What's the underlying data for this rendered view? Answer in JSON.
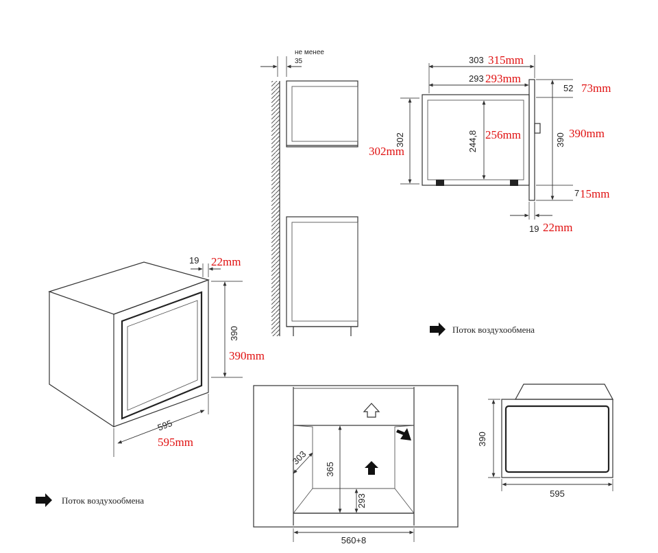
{
  "legend": {
    "airflow_label": "Поток воздухообмена"
  },
  "side_section": {
    "min_gap_label": "не менее",
    "min_gap_value": "35",
    "height_red": "302mm"
  },
  "side_profile": {
    "depth_black": "303",
    "depth_red": "315mm",
    "inner_depth_black": "293",
    "inner_depth_red": "293mm",
    "top_black": "52",
    "top_red": "73mm",
    "cavity_black": "302",
    "inner_height_black": "244,8",
    "inner_height_red": "256mm",
    "front_height_black": "390",
    "front_height_red": "390mm",
    "bottom_black": "7",
    "bottom_red": "15mm",
    "front_thick_black": "19",
    "front_thick_red": "22mm"
  },
  "iso_view": {
    "frame_black": "19",
    "frame_red": "22mm",
    "height_black": "390",
    "height_red": "390mm",
    "width_black": "595",
    "width_red": "595mm"
  },
  "niche": {
    "depth_label": "303",
    "height_label": "365",
    "lower_label": "293",
    "width_label": "560+8"
  },
  "front_view": {
    "height_label": "390",
    "width_label": "595"
  }
}
